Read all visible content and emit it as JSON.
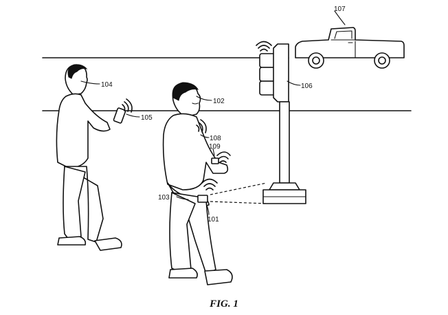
{
  "figure": {
    "caption": "FIG. 1",
    "labels": {
      "wearable": "101",
      "user": "102",
      "hand": "103",
      "pedestrian": "104",
      "phone": "105",
      "traffic_signal": "106",
      "vehicle": "107",
      "chest_device": "108",
      "wrist_device": "109"
    }
  }
}
